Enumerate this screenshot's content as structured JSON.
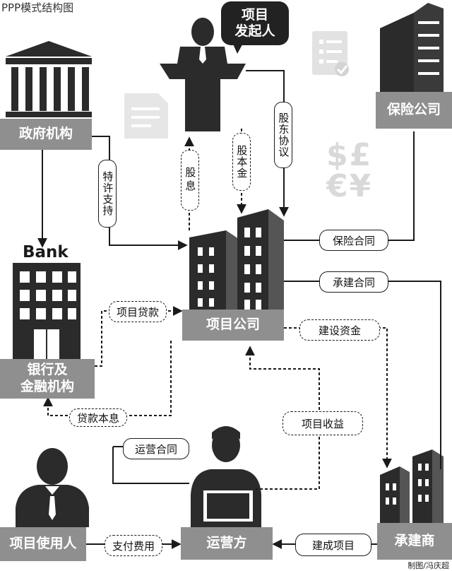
{
  "title": "PPP模式结构图",
  "credit": "制图/冯庆超",
  "nodes": {
    "initiator": [
      "项目",
      "发起人"
    ],
    "government": "政府机构",
    "insurance": "保险公司",
    "bank_logo": "Bank",
    "bank": [
      "银行及",
      "金融机构"
    ],
    "project_company": "项目公司",
    "contractor": "承建商",
    "operator": "运营方",
    "user": "项目使用人"
  },
  "money_symbols": [
    "$£",
    "€¥"
  ],
  "edges": {
    "franchise": "特许支持",
    "dividend": "股息",
    "equity": "股本金",
    "shareholder_agreement": "股东协议",
    "insurance_contract": "保险合同",
    "construction_contract": "承建合同",
    "construction_funds": "建设资金",
    "project_loan": "项目贷款",
    "loan_repayment": "贷款本息",
    "project_revenue": "项目收益",
    "operation_contract": "运营合同",
    "payment": "支付费用",
    "completed_project": "建成项目"
  }
}
